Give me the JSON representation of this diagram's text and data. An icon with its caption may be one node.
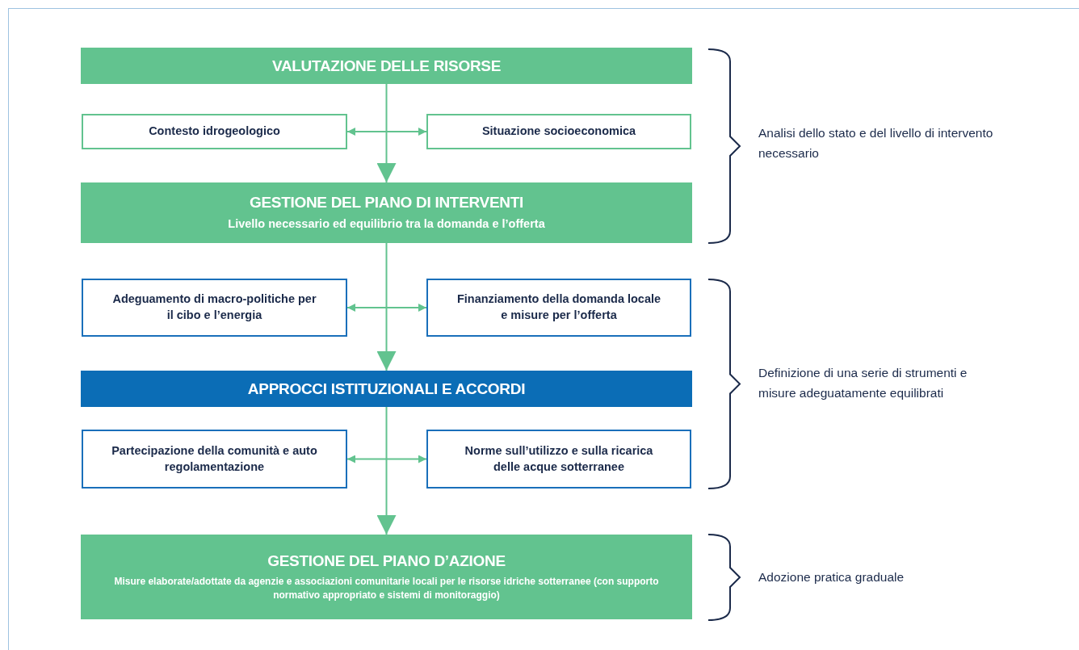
{
  "diagram": {
    "nodes": [
      {
        "text": [
          "VALUTAZIONE DELLE RISORSE"
        ]
      },
      {
        "text": [
          "Contesto idrogeologico"
        ]
      },
      {
        "text": [
          "Situazione socioeconomica"
        ]
      },
      {
        "text": [
          "GESTIONE DEL PIANO DI INTERVENTI",
          "Livello necessario ed equilibrio tra la domanda e l’offerta"
        ]
      },
      {
        "text": [
          "Adeguamento di macro-politiche per il cibo e l’energia"
        ]
      },
      {
        "text": [
          "Finanziamento della domanda locale e misure per l’offerta"
        ]
      },
      {
        "text": [
          "APPROCCI ISTITUZIONALI E ACCORDI"
        ]
      },
      {
        "text": [
          "Partecipazione della comunità e auto regolamentazione"
        ]
      },
      {
        "text": [
          "Norme sull’utilizzo e sulla ricarica delle acque sotterranee"
        ]
      },
      {
        "text": [
          "GESTIONE DEL PIANO D’AZIONE",
          "Misure elaborate/adottate da agenzie e associazioni comunitarie locali per le risorse idriche sotterranee (con supporto normativo appropriato e sistemi di monitoraggio)"
        ]
      }
    ],
    "edges": [
      {
        "from": 0,
        "to": 3,
        "arrow": "to"
      },
      {
        "from": 1,
        "to": 2,
        "arrow": "both"
      },
      {
        "from": 3,
        "to": 6,
        "arrow": "to"
      },
      {
        "from": 4,
        "to": 5,
        "arrow": "both"
      },
      {
        "from": 6,
        "to": 9,
        "arrow": "to"
      },
      {
        "from": 7,
        "to": 8,
        "arrow": "both"
      }
    ],
    "labels": [
      "Analisi dello stato e del livello di intervento necessario",
      "Definizione di una serie di strumenti e misure adeguatamente equilibrati",
      "Adozione pratica graduale"
    ]
  }
}
